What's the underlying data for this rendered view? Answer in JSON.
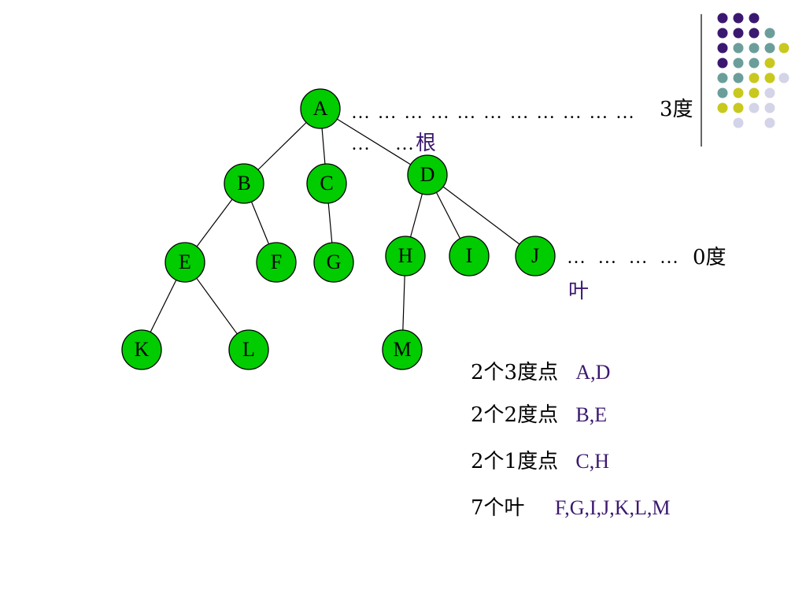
{
  "tree": {
    "nodes": [
      {
        "id": "A",
        "label": "A"
      },
      {
        "id": "B",
        "label": "B"
      },
      {
        "id": "C",
        "label": "C"
      },
      {
        "id": "D",
        "label": "D"
      },
      {
        "id": "E",
        "label": "E"
      },
      {
        "id": "F",
        "label": "F"
      },
      {
        "id": "G",
        "label": "G"
      },
      {
        "id": "H",
        "label": "H"
      },
      {
        "id": "I",
        "label": "I"
      },
      {
        "id": "J",
        "label": "J"
      },
      {
        "id": "K",
        "label": "K"
      },
      {
        "id": "L",
        "label": "L"
      },
      {
        "id": "M",
        "label": "M"
      }
    ],
    "edges": [
      [
        "A",
        "B"
      ],
      [
        "A",
        "C"
      ],
      [
        "A",
        "D"
      ],
      [
        "B",
        "E"
      ],
      [
        "B",
        "F"
      ],
      [
        "C",
        "G"
      ],
      [
        "D",
        "H"
      ],
      [
        "D",
        "I"
      ],
      [
        "D",
        "J"
      ],
      [
        "E",
        "K"
      ],
      [
        "E",
        "L"
      ],
      [
        "H",
        "M"
      ]
    ],
    "node_color": "#00cc00",
    "node_stroke": "#000000"
  },
  "annotations": {
    "root_degree_dots": "……………………………",
    "root_degree": "3度",
    "root_dots": "……",
    "root_label": "根",
    "leaf_degree_dots": "…………",
    "leaf_degree": "0度",
    "leaf_label": "叶",
    "accent_color": "#3b1870"
  },
  "summary": [
    {
      "label": "2个3度点",
      "value": "A,D"
    },
    {
      "label": "2个2度点",
      "value": "B,E"
    },
    {
      "label": "2个1度点",
      "value": "C,H"
    },
    {
      "label": "7个叶",
      "value": "F,G,I,J,K,L,M"
    }
  ],
  "decoration": {
    "dot_colors": {
      "purple": "#3b1870",
      "teal": "#6b9e9b",
      "yellow": "#c8c81e",
      "lavender": "#d4d4e8"
    }
  }
}
